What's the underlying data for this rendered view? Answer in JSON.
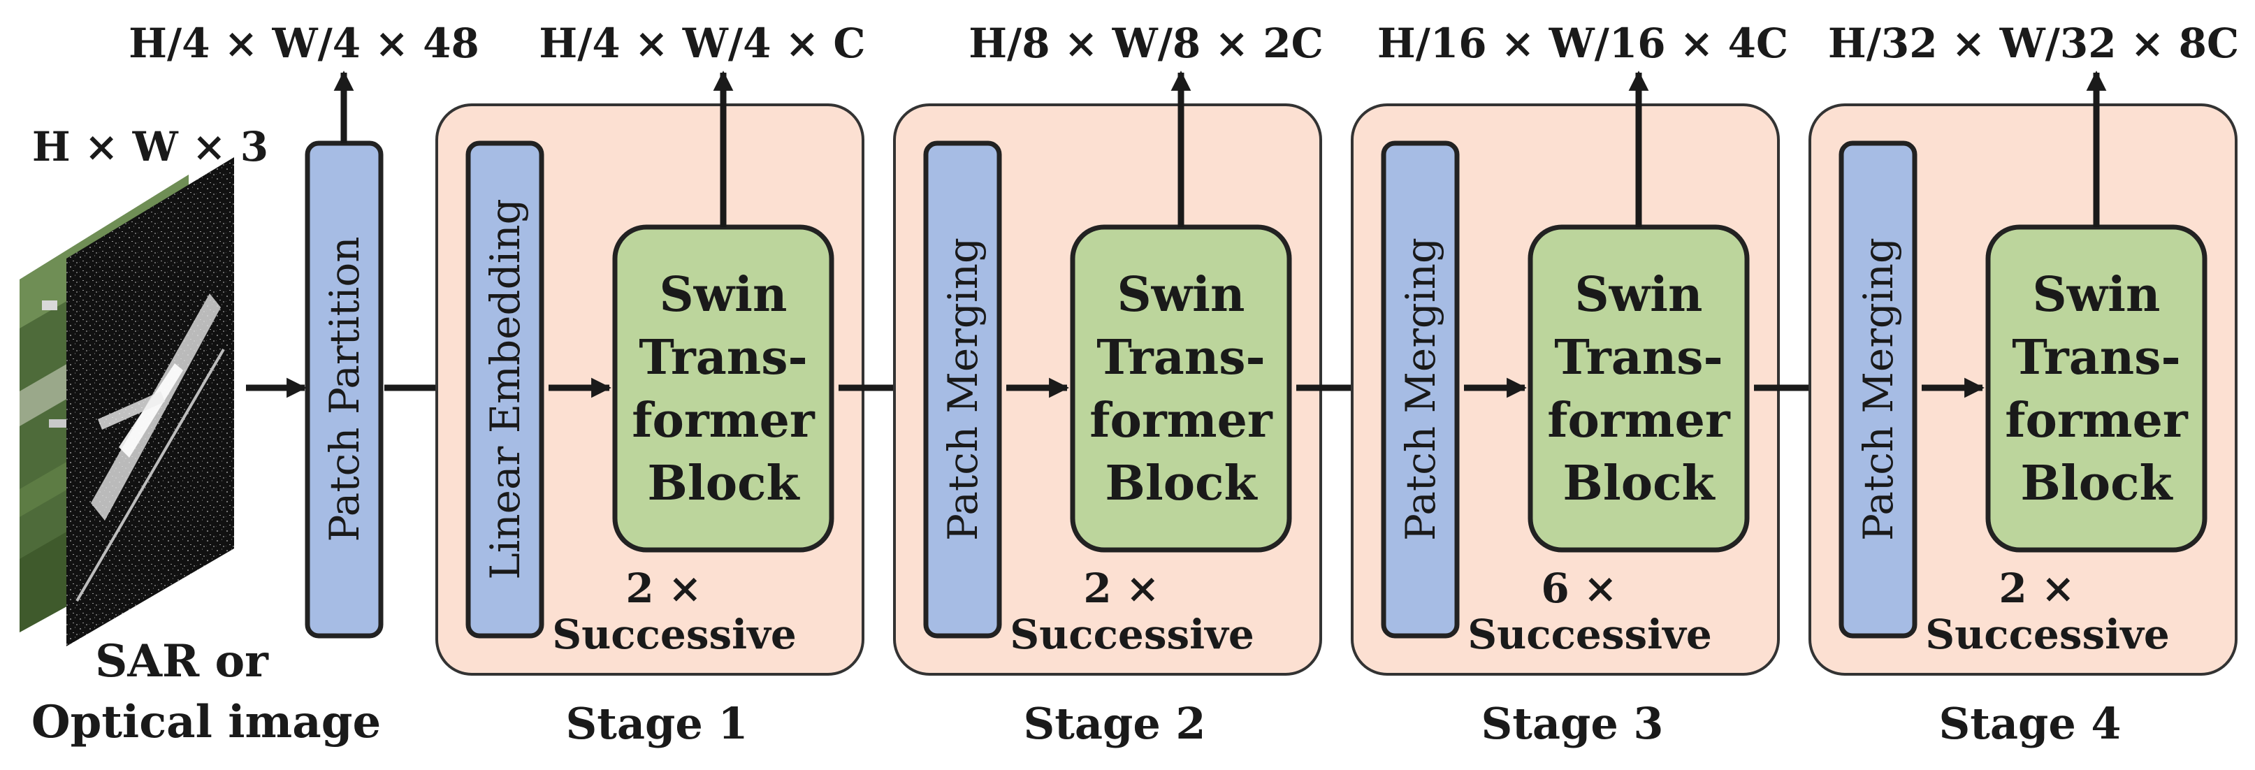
{
  "input": {
    "dims": "H × W × 3",
    "caption_line1": "SAR or",
    "caption_line2": "Optical image"
  },
  "patch_partition": {
    "label": "Patch Partition",
    "output_dims": "H/4 × W/4 × 48"
  },
  "stages": [
    {
      "name": "Stage 1",
      "first_layer": "Linear Embedding",
      "block_lines": [
        "Swin",
        "Trans-",
        "former",
        "Block"
      ],
      "repeat": "2 ×",
      "repeat_word": "Successive",
      "output_dims": "H/4 × W/4 × C"
    },
    {
      "name": "Stage 2",
      "first_layer": "Patch Merging",
      "block_lines": [
        "Swin",
        "Trans-",
        "former",
        "Block"
      ],
      "repeat": "2 ×",
      "repeat_word": "Successive",
      "output_dims": "H/8 × W/8 × 2C"
    },
    {
      "name": "Stage 3",
      "first_layer": "Patch Merging",
      "block_lines": [
        "Swin",
        "Trans-",
        "former",
        "Block"
      ],
      "repeat": "6 ×",
      "repeat_word": "Successive",
      "output_dims": "H/16 × W/16 × 4C"
    },
    {
      "name": "Stage 4",
      "first_layer": "Patch Merging",
      "block_lines": [
        "Swin",
        "Trans-",
        "former",
        "Block"
      ],
      "repeat": "2 ×",
      "repeat_word": "Successive",
      "output_dims": "H/32 × W/32 × 8C"
    }
  ],
  "colors": {
    "stage_bg": "#fce0d2",
    "stage_border": "#333333",
    "layer_fill": "#a6bce4",
    "block_fill": "#bcd59c",
    "arrow": "#1a1a1a"
  }
}
